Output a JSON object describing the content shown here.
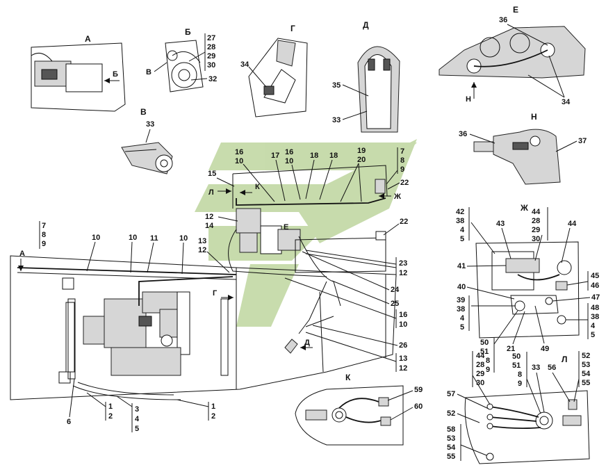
{
  "views": {
    "a": "А",
    "b": "Б",
    "v": "В",
    "g": "Г",
    "d": "Д",
    "e": "Е",
    "n": "Н",
    "zh": "Ж",
    "k": "К",
    "l": "Л"
  },
  "arrows": {
    "b_in_a": "Б",
    "v_in_b": "В",
    "a_main": "А",
    "g_main": "Г",
    "d_main": "Д",
    "k_main": "К",
    "l_main": "Л",
    "e_main": "Е",
    "zh_main": "Ж",
    "n_in_e": "Н"
  },
  "labels": {
    "b_stack": [
      "27",
      "28",
      "29",
      "30"
    ],
    "b_32": "32",
    "v_33": "33",
    "g_34": "34",
    "d_35": "35",
    "d_33": "33",
    "e_36": "36",
    "e_34": "34",
    "n_36": "36",
    "n_37": "37",
    "top_16_10_a": [
      "16",
      "10"
    ],
    "top_17": "17",
    "top_16_10_b": [
      "16",
      "10"
    ],
    "top_18_a": "18",
    "top_18_b": "18",
    "top_19_20": [
      "19",
      "20"
    ],
    "top_7_8_9": [
      "7",
      "8",
      "9"
    ],
    "top_22": "22",
    "top_15": "15",
    "c_12_14": [
      "12",
      "14"
    ],
    "c_22": "22",
    "c_23_12": [
      "23",
      "12"
    ],
    "c_24": "24",
    "c_25": "25",
    "c_16_10": [
      "16",
      "10"
    ],
    "c_26": "26",
    "c_13_12": [
      "13",
      "12"
    ],
    "left_7_8_9": [
      "7",
      "8",
      "9"
    ],
    "m_10_a": "10",
    "m_10_b": "10",
    "m_11": "11",
    "m_10_c": "10",
    "m_13_12": [
      "13",
      "12"
    ],
    "bot_6": "6",
    "bot_1_2_a": [
      "1",
      "2"
    ],
    "bot_3_4_5": [
      "3",
      "4",
      "5"
    ],
    "bot_1_2_b": [
      "1",
      "2"
    ],
    "k_59": "59",
    "k_60": "60",
    "zh_left_top": [
      "42",
      "38",
      "4",
      "5"
    ],
    "zh_43": "43",
    "zh_right_top": [
      "44",
      "28",
      "29",
      "30"
    ],
    "zh_44": "44",
    "zh_41": "41",
    "zh_45_46": [
      "45",
      "46"
    ],
    "zh_40": "40",
    "zh_39_stack": [
      "39",
      "38",
      "4",
      "5"
    ],
    "zh_47": "47",
    "zh_48_stack": [
      "48",
      "38",
      "4",
      "5"
    ],
    "zh_50_stack": [
      "50",
      "51",
      "8",
      "9"
    ],
    "zh_21": "21",
    "zh_49": "49",
    "l_44_stack": [
      "44",
      "28",
      "29",
      "30"
    ],
    "l_50_stack": [
      "50",
      "51",
      "8",
      "9"
    ],
    "l_33": "33",
    "l_56": "56",
    "l_52_stack": [
      "52",
      "53",
      "54",
      "55"
    ],
    "l_57": "57",
    "l_52": "52",
    "l_58_stack": [
      "58",
      "53",
      "54",
      "55"
    ]
  },
  "colors": {
    "ink": "#111111",
    "watermark": "#9bbf6a",
    "paper": "#ffffff"
  }
}
